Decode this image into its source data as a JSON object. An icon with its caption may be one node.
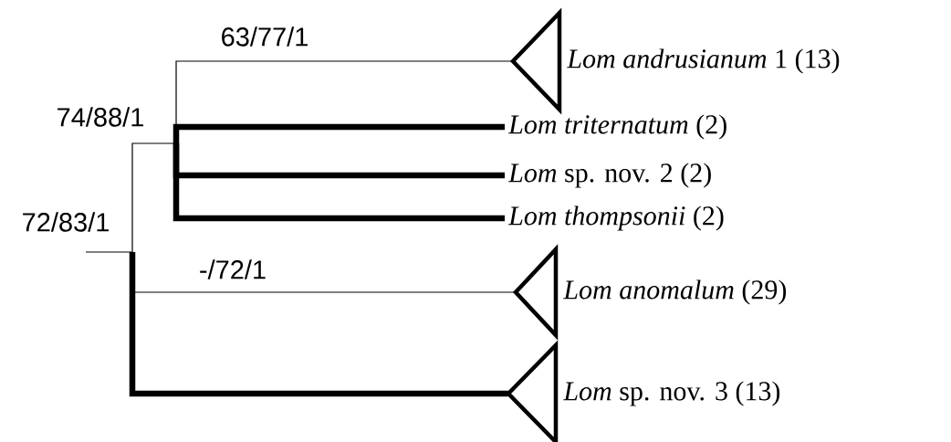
{
  "diagram": {
    "nodes": [
      {
        "text": [],
        "shape": "point",
        "beside": [
          "72/83/1"
        ]
      },
      {
        "text": [],
        "shape": "point",
        "beside": [
          "74/88/1"
        ]
      },
      {
        "text": [],
        "shape": "triangle",
        "beside": [
          "*Lom andrusianum* 1 (13)"
        ]
      },
      {
        "text": [
          "*Lom triternatum* (2)"
        ]
      },
      {
        "text": [
          "*Lom* sp. nov. 2 (2)"
        ]
      },
      {
        "text": [
          "*Lom thompsonii* (2)"
        ]
      },
      {
        "text": [],
        "shape": "triangle",
        "beside": [
          "*Lom anomalum* (29)"
        ]
      },
      {
        "text": [],
        "shape": "triangle",
        "beside": [
          "*Lom* sp. nov. 3 (13)"
        ]
      }
    ],
    "edges": [
      {
        "from": null,
        "to": 0,
        "arrow": "none"
      },
      {
        "from": 0,
        "to": 1,
        "arrow": "none"
      },
      {
        "from": 1,
        "to": 2,
        "arrow": "none",
        "label": "63/77/1"
      },
      {
        "from": 1,
        "to": 3,
        "arrow": "none",
        "style": "thick"
      },
      {
        "from": 1,
        "to": 4,
        "arrow": "none",
        "style": "thick"
      },
      {
        "from": 1,
        "to": 5,
        "arrow": "none",
        "style": "thick"
      },
      {
        "from": 0,
        "to": 6,
        "arrow": "none",
        "label": "-/72/1"
      },
      {
        "from": 0,
        "to": 7,
        "arrow": "none",
        "style": "thick"
      }
    ]
  }
}
